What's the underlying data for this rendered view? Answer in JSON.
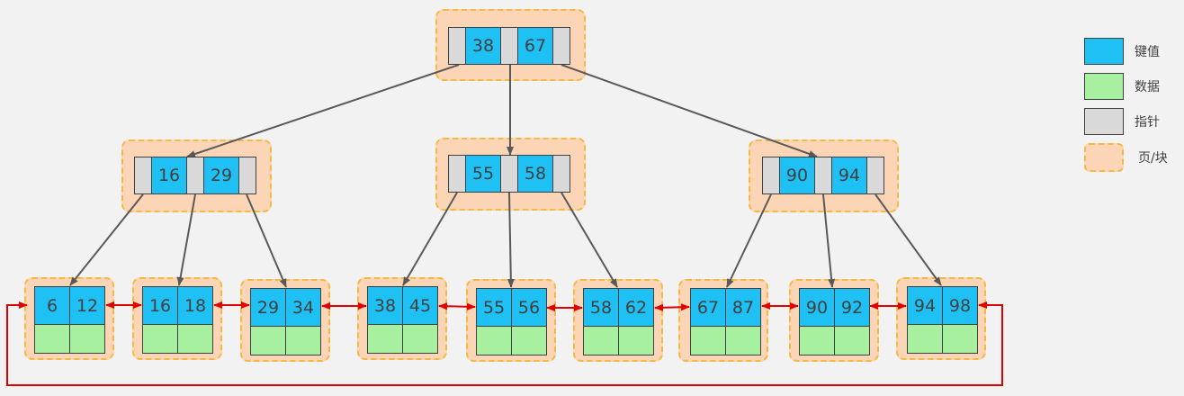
{
  "colors": {
    "key": "#1fc0f4",
    "data": "#a6f0a0",
    "pointer": "#d9d9d9",
    "page_fill": "#fbd5b5",
    "page_border": "#f5b942",
    "arrow": "#595959",
    "leaf_link": "#e00000"
  },
  "root": {
    "keys": [
      "38",
      "67"
    ]
  },
  "internal": [
    {
      "keys": [
        "16",
        "29"
      ]
    },
    {
      "keys": [
        "55",
        "58"
      ]
    },
    {
      "keys": [
        "90",
        "94"
      ]
    }
  ],
  "leaves": [
    {
      "keys": [
        "6",
        "12"
      ]
    },
    {
      "keys": [
        "16",
        "18"
      ]
    },
    {
      "keys": [
        "29",
        "34"
      ]
    },
    {
      "keys": [
        "38",
        "45"
      ]
    },
    {
      "keys": [
        "55",
        "56"
      ]
    },
    {
      "keys": [
        "58",
        "62"
      ]
    },
    {
      "keys": [
        "67",
        "87"
      ]
    },
    {
      "keys": [
        "90",
        "92"
      ]
    },
    {
      "keys": [
        "94",
        "98"
      ]
    }
  ],
  "legend": {
    "key_label": "键值",
    "data_label": "数据",
    "pointer_label": "指针",
    "page_label": "页/块"
  }
}
